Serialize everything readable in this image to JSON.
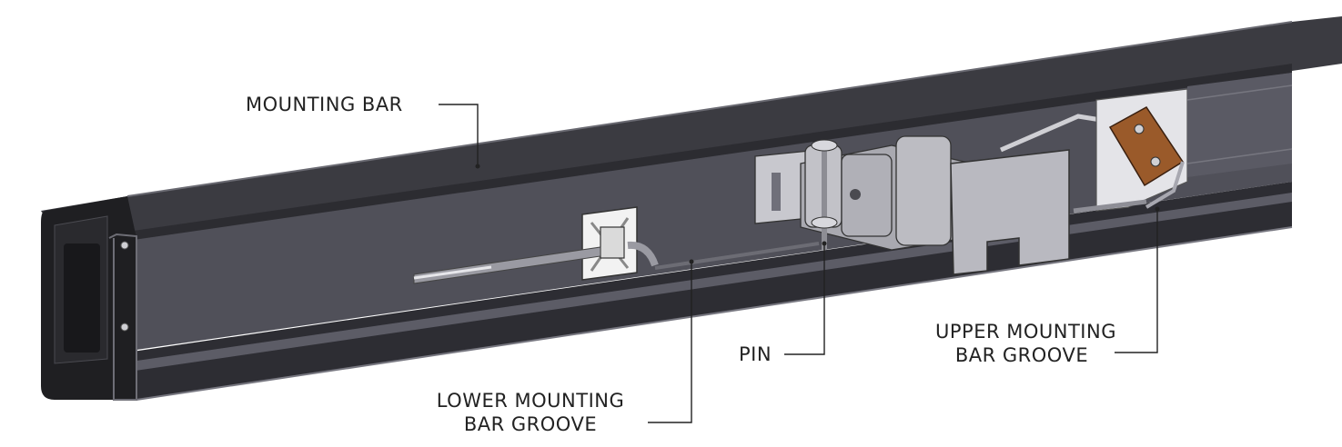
{
  "labels": {
    "mounting_bar": "MOUNTING BAR",
    "pin": "PIN",
    "upper_groove_line1": "UPPER MOUNTING",
    "upper_groove_line2": "BAR GROOVE",
    "lower_groove_line1": "LOWER MOUNTING",
    "lower_groove_line2": "BAR GROOVE"
  },
  "colors": {
    "bar_top": "#3a3a40",
    "bar_face": "#50505c",
    "bar_channel": "#2e2e34",
    "end_cap": "#1f1f22",
    "hinge_metal": "#b7b7bd",
    "switch_brown": "#9a5a2a",
    "switch_plate": "#e4e4e8",
    "tie_mount": "#f2f2f2"
  }
}
